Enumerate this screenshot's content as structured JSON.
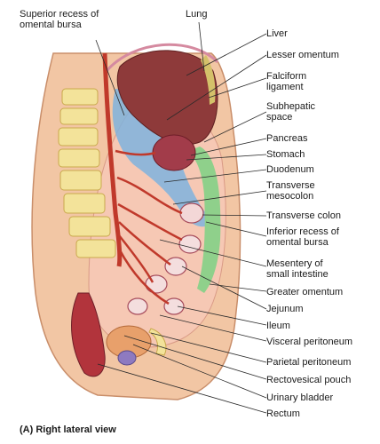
{
  "labels": {
    "superior_recess": [
      "Superior recess of",
      "omental bursa"
    ],
    "lung": "Lung",
    "liver": "Liver",
    "lesser_omentum": "Lesser omentum",
    "falciform": [
      "Falciform",
      "ligament"
    ],
    "subhepatic": [
      "Subhepatic",
      "space"
    ],
    "pancreas": "Pancreas",
    "stomach": "Stomach",
    "duodenum": "Duodenum",
    "transverse_mesocolon": [
      "Transverse",
      "mesocolon"
    ],
    "transverse_colon": "Transverse colon",
    "inferior_recess": [
      "Inferior recess of",
      "omental bursa"
    ],
    "mesentery": [
      "Mesentery of",
      "small intestine"
    ],
    "greater_omentum": "Greater omentum",
    "jejunum": "Jejunum",
    "ileum": "Ileum",
    "visceral_peritoneum": "Visceral peritoneum",
    "parietal_peritoneum": "Parietal peritoneum",
    "rectovesical_pouch": "Rectovesical pouch",
    "urinary_bladder": "Urinary bladder",
    "rectum": "Rectum"
  },
  "caption": "(A) Right lateral view",
  "colors": {
    "skin": "#f2c6a4",
    "peritoneal_cavity": "#f6c8b4",
    "liver": "#8e3a3a",
    "bursa_blue": "#7fb3de",
    "omentum_green": "#8fd08b",
    "vertebra": "#f3e39a",
    "artery": "#c0392b",
    "rectum": "#b2343c",
    "bladder": "#e8a06b",
    "leader_line": "#2a2a2a"
  }
}
